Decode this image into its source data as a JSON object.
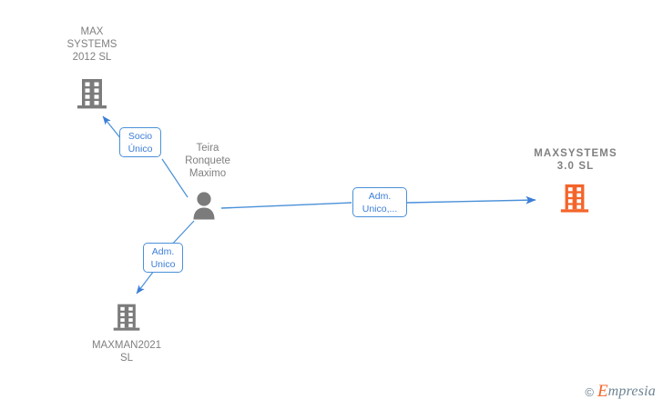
{
  "diagram": {
    "type": "corporate-relationship-graph",
    "background": "#ffffff",
    "colors": {
      "company_gray": "#7b7b7b",
      "company_highlight": "#f4642a",
      "person_gray": "#7b7b7b",
      "edge_blue": "#4a90d9",
      "label_text": "#3b7dd8",
      "node_text": "#808080"
    },
    "nodes": [
      {
        "id": "max-systems-2012",
        "kind": "company",
        "label": "MAX\nSYSTEMS\n2012 SL",
        "icon": "building-icon",
        "color": "#7b7b7b",
        "highlight": false
      },
      {
        "id": "teira-ronquete-maximo",
        "kind": "person",
        "label": "Teira\nRonquete\nMaximo",
        "icon": "person-icon",
        "color": "#7b7b7b",
        "highlight": false
      },
      {
        "id": "maxman2021-sl",
        "kind": "company",
        "label": "MAXMAN2021\nSL",
        "icon": "building-icon",
        "color": "#7b7b7b",
        "highlight": false
      },
      {
        "id": "maxsystems-30-sl",
        "kind": "company",
        "label": "MAXSYSTEMS\n3.0  SL",
        "icon": "building-icon",
        "color": "#f4642a",
        "highlight": true
      }
    ],
    "edges": [
      {
        "id": "edge-socio-unico",
        "from": "teira-ronquete-maximo",
        "to": "max-systems-2012",
        "label": "Socio\nÚnico"
      },
      {
        "id": "edge-adm-unico-maxman",
        "from": "teira-ronquete-maximo",
        "to": "maxman2021-sl",
        "label": "Adm.\nUnico"
      },
      {
        "id": "edge-adm-unico-maxsystems",
        "from": "teira-ronquete-maximo",
        "to": "maxsystems-30-sl",
        "label": "Adm.\nUnico,..."
      }
    ]
  },
  "watermark": {
    "copyright": "©",
    "brand_initial": "E",
    "brand_rest": "mpresia"
  }
}
